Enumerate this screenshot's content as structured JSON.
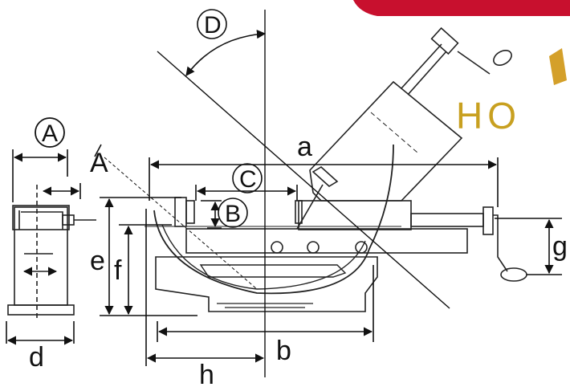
{
  "diagram": {
    "labels": {
      "a": "a",
      "b": "b",
      "d": "d",
      "e": "e",
      "f": "f",
      "g": "g",
      "h": "h",
      "A_circle": "A",
      "B_circle": "B",
      "C_circle": "C",
      "D_circle": "D",
      "A_section": "A"
    },
    "logo": {
      "text": "HO",
      "colors": {
        "banner": "#c8102e",
        "gold": "#c8a020",
        "mark": "#d4a02a"
      }
    },
    "colors": {
      "ink": "#111111",
      "line": "#222222"
    }
  }
}
